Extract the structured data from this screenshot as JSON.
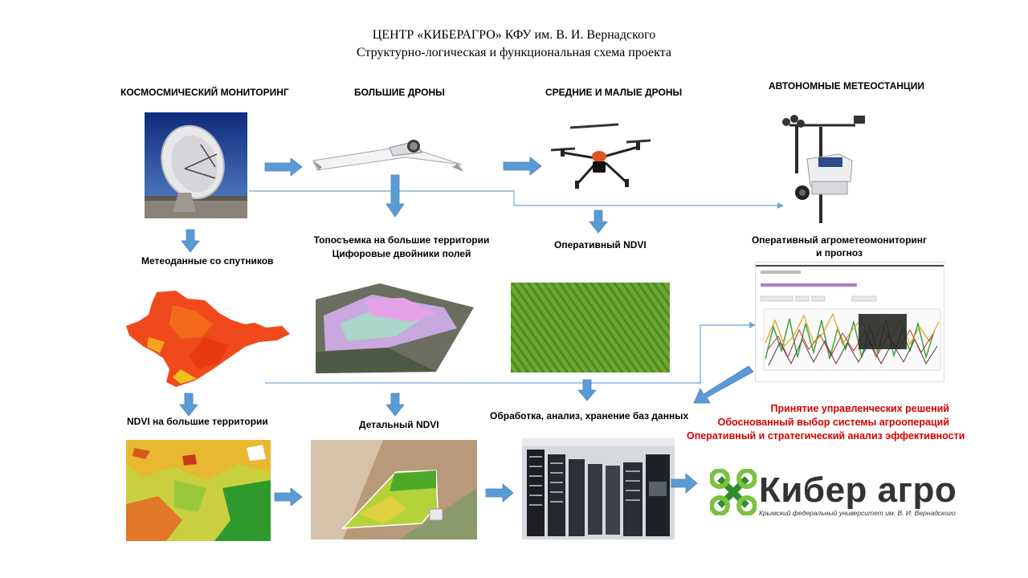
{
  "header": {
    "title_line1": "ЦЕНТР «КИБЕРАГРО» КФУ им. В. И. Вернадского",
    "title_line2": "Структурно-логическая и функциональная схема проекта"
  },
  "columns": {
    "space": "КОСМОСМИЧЕСКИЙ  МОНИТОРИНГ",
    "big_drones": "БОЛЬШИЕ ДРОНЫ",
    "small_drones": "СРЕДНИЕ И МАЛЫЕ ДРОНЫ",
    "meteo": "АВТОНОМНЫЕ МЕТЕОСТАНЦИИ"
  },
  "labels": {
    "sat_meteo": "Метеоданные со спутников",
    "topo_line1": "Топосъемка на большие территории",
    "topo_line2": "Цифоровые двойники полей",
    "operative_ndvi": "Оперативный NDVI",
    "agro_line1": "Оперативный агрометеомониторинг",
    "agro_line2": "и прогноз",
    "ndvi_large": "NDVI на большие территории",
    "detail_ndvi": "Детальный NDVI",
    "processing": "Обработка, анализ, хранение баз данных"
  },
  "decisions": [
    "Принятие управленческих решений",
    "Обоснованный выбор системы агроопераций",
    "Оперативный и стратегический анализ эффективности"
  ],
  "logo": {
    "name": "Кибер агро",
    "subtitle": "Крымский федеральный университет им. В. И. Вернадского"
  },
  "colors": {
    "arrow": "#5b9bd5",
    "line": "#6fa3d6",
    "decision_text": "#d40000",
    "logo_green": "#7cc242"
  }
}
